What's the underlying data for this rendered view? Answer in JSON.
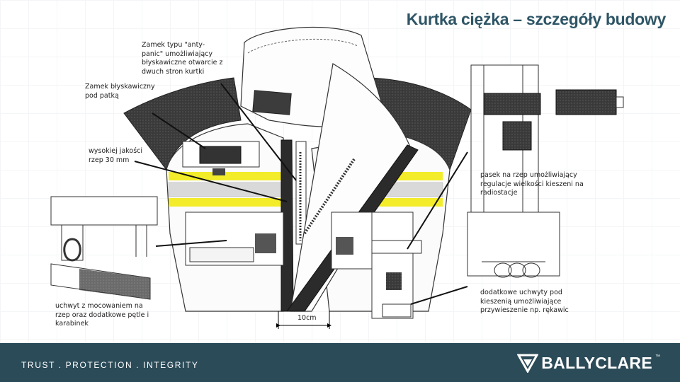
{
  "title": "Kurtka ciężka – szczegóły budowy",
  "callouts": {
    "anti_panic": "Zamek typu \"anty-\npanic\" umożliwiający\nbłyskawiczne otwarcie z\ndwuch stron kurtki",
    "flap_zip": "Zamek błyskawiczny\npod patką",
    "velcro": "wysokiej jakości\nrzep 30 mm",
    "radio_strap": "pasek na rzep umożliwiający\nregulacje wielkości kieszeni na\nradiostacje",
    "holder": "uchwyt z mocowaniem na\nrzep oraz dodatkowe pętle i\nkarabinek",
    "glove_loops": "dodatkowe uchwyty pod\nkieszenią umożliwiające\nprzywieszenie np. rękawic"
  },
  "dimension_label": "10cm",
  "footer": {
    "tagline": "TRUST . PROTECTION . INTEGRITY",
    "brand": "BALLYCLARE",
    "trademark": "™"
  },
  "colors": {
    "title": "#2e5566",
    "footer_bg": "#2b4b58",
    "reflective_yellow": "#f2ec2a",
    "reflective_silver": "#d9d9d9",
    "dark_mesh": "#3b3b3b"
  }
}
